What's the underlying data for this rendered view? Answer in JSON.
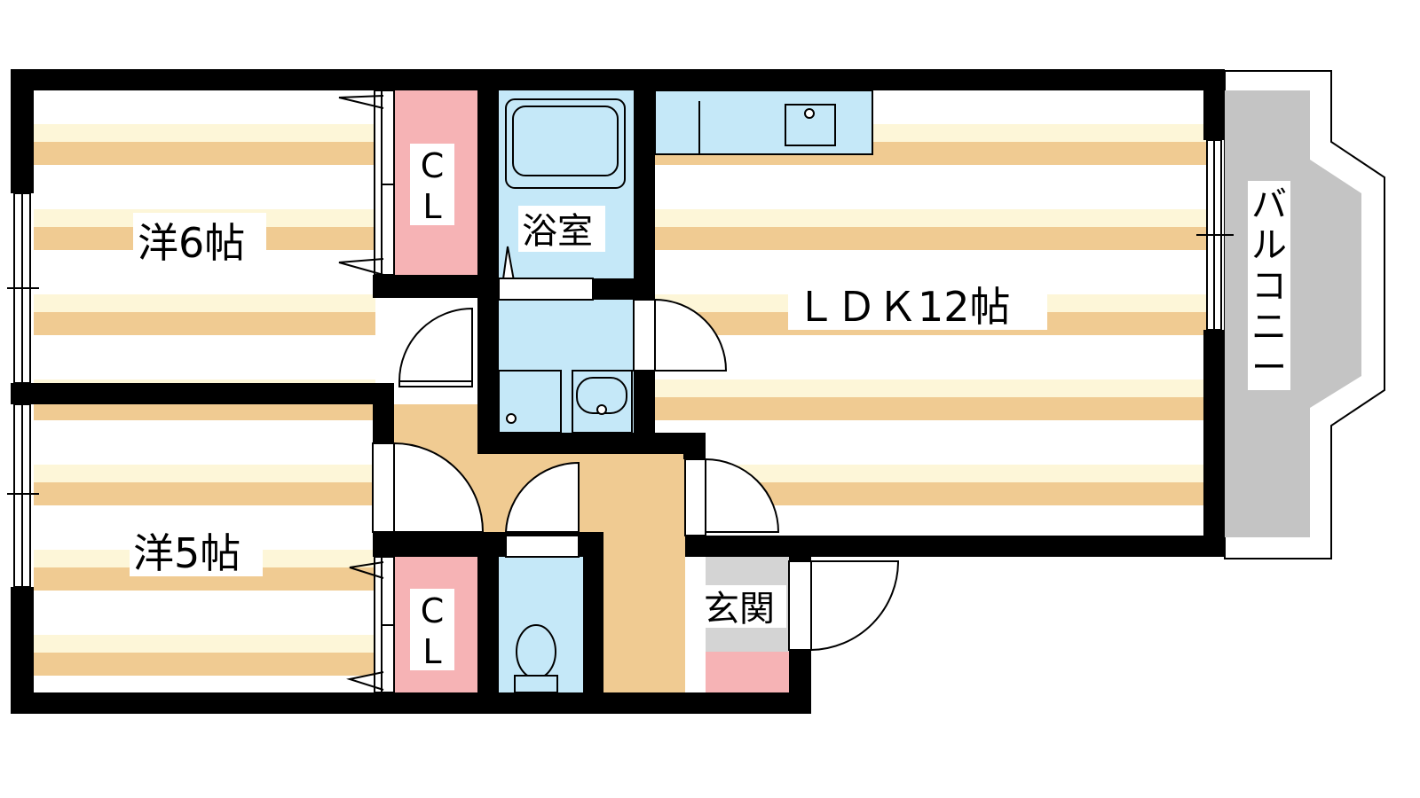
{
  "rooms": {
    "western6": "洋6帖",
    "western5": "洋5帖",
    "ldk": "ＬＤＫ12帖",
    "bathroom": "浴室",
    "entrance": "玄関",
    "closet1_line1": "C",
    "closet1_line2": "L",
    "closet2_line1": "C",
    "closet2_line2": "L"
  },
  "balcony": [
    "バ",
    "ル",
    "コ",
    "ニ",
    "ー"
  ],
  "colors": {
    "wall": "#000000",
    "floor_stripe": "#f0cb92",
    "floor_light": "#fdf6d8",
    "wet_area": "#c5e8f8",
    "closet": "#f6b3b5",
    "corridor": "#f0cb92",
    "balcony": "#c4c4c4",
    "entrance_floor": "#d4d4d4"
  }
}
